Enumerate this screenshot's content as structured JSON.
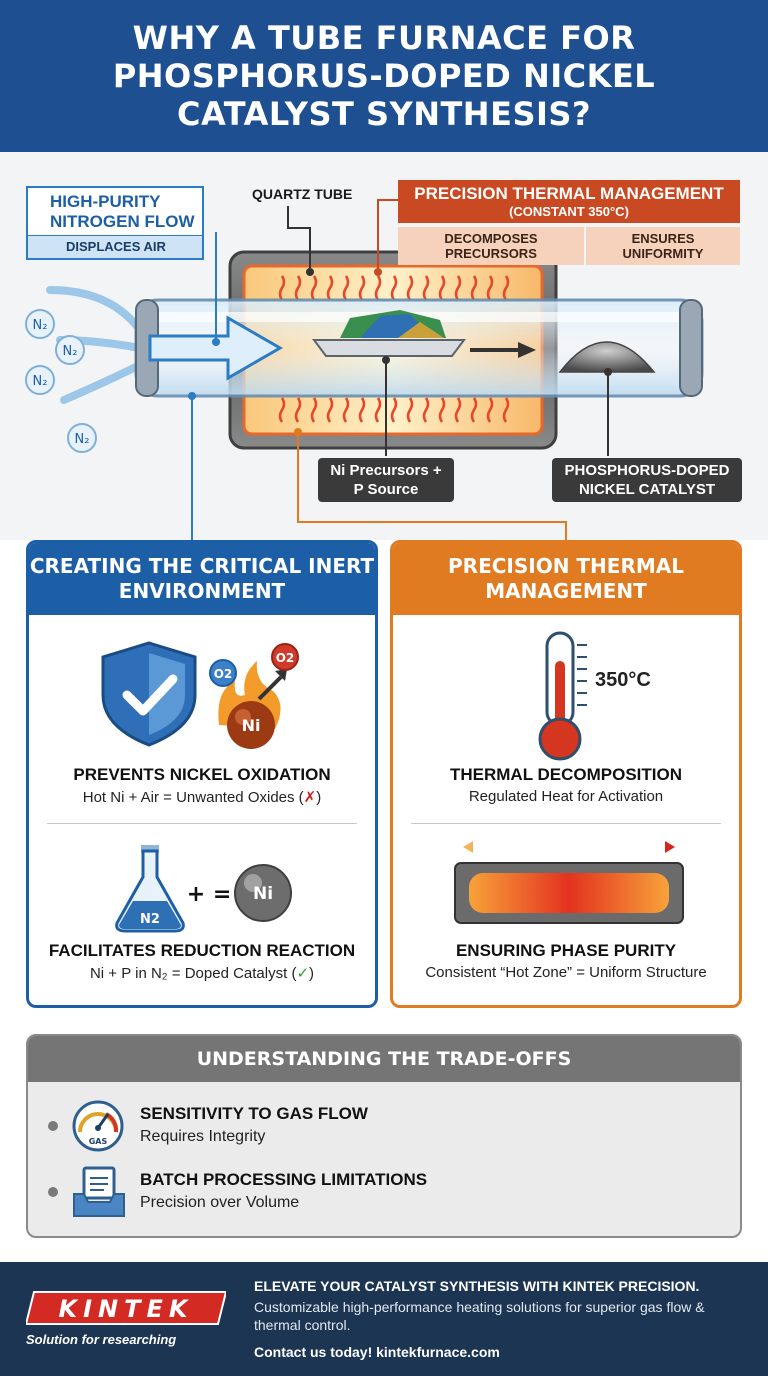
{
  "header": {
    "title": "WHY A TUBE FURNACE FOR PHOSPHORUS-DOPED NICKEL CATALYST SYNTHESIS?"
  },
  "diagram": {
    "n2_callout": {
      "title": "HIGH-PURITY NITROGEN FLOW",
      "subtitle": "DISPLACES AIR"
    },
    "quartz_label": "QUARTZ TUBE",
    "thermal_callout": {
      "title": "PRECISION THERMAL MANAGEMENT",
      "subtitle": "(CONSTANT 350°C)",
      "tag1": "DECOMPOSES PRECURSORS",
      "tag2": "ENSURES UNIFORMITY"
    },
    "n2_molecules": [
      "N2",
      "N2",
      "N2",
      "N2"
    ],
    "precursor_label": "Ni Precursors + P Source",
    "product_label": "PHOSPHORUS-DOPED NICKEL CATALYST",
    "colors": {
      "furnace_orange": "#e8672a",
      "tube_blue": "#9cc7e8",
      "arrow_blue": "#2a7cc4"
    }
  },
  "panel_inert": {
    "title": "CREATING THE CRITICAL INERT ENVIRONMENT",
    "o2_a": "O2",
    "o2_b": "O2",
    "ni_icon": "Ni",
    "section1": {
      "heading": "PREVENTS NICKEL OXIDATION",
      "desc": "Hot Ni + Air = Unwanted Oxides (",
      "mark": "✗",
      "close": ")"
    },
    "flask_text": "N2",
    "equation": "+ =",
    "ni_sphere": "Ni",
    "section2": {
      "heading": "FACILITATES REDUCTION REACTION",
      "desc": "Ni + P in N₂ = Doped Catalyst (",
      "mark": "✓",
      "close": ")"
    },
    "accent": "#1d5fa6"
  },
  "panel_thermal": {
    "title": "PRECISION THERMAL MANAGEMENT",
    "temperature": "350°C",
    "section1": {
      "heading": "THERMAL DECOMPOSITION",
      "desc": "Regulated Heat for Activation"
    },
    "section2": {
      "heading": "ENSURING PHASE PURITY",
      "desc": "Consistent “Hot Zone” = Uniform Structure"
    },
    "accent": "#e07b22"
  },
  "tradeoffs": {
    "title": "UNDERSTANDING THE TRADE-OFFS",
    "items": [
      {
        "icon": "gas-gauge-icon",
        "gauge_text": "GAS",
        "title": "SENSITIVITY TO GAS FLOW",
        "desc": "Requires Integrity"
      },
      {
        "icon": "batch-tray-icon",
        "title": "BATCH PROCESSING LIMITATIONS",
        "desc": "Precision over Volume"
      }
    ]
  },
  "footer": {
    "brand": "KINTEK",
    "tagline": "Solution for researching",
    "headline": "ELEVATE YOUR CATALYST SYNTHESIS WITH KINTEK PRECISION.",
    "body": "Customizable high-performance heating solutions for superior gas flow & thermal control.",
    "contact": "Contact us today! kintekfurnace.com"
  }
}
